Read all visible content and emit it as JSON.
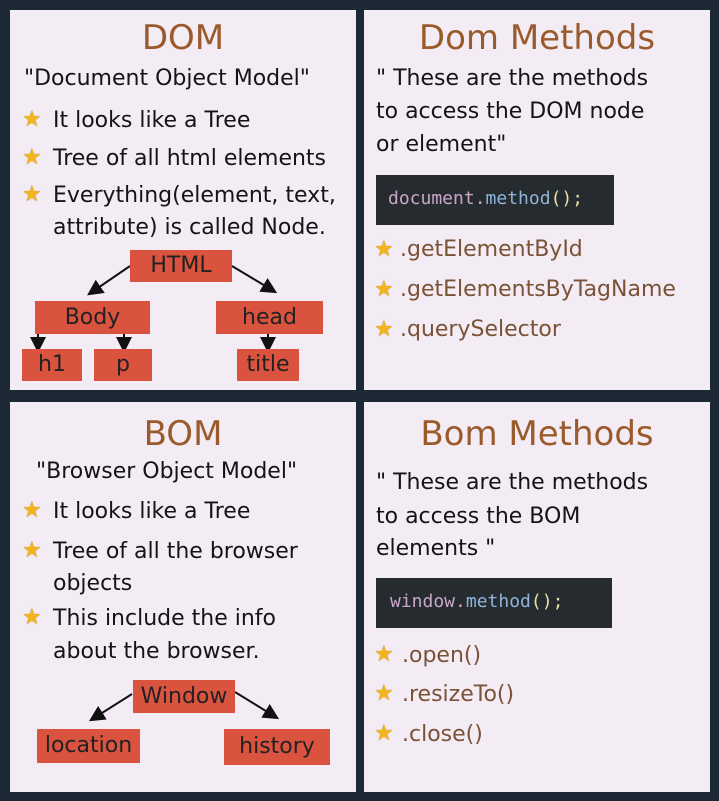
{
  "dom": {
    "title": "DOM",
    "subtitle": "\"Document Object Model\"",
    "bullets": [
      "It looks like a Tree",
      "Tree of all html elements",
      "Everything(element, text,",
      "attribute) is called Node."
    ],
    "tree": {
      "root": "HTML",
      "left": "Body",
      "right": "head",
      "leaf1": "h1",
      "leaf2": "p",
      "leaf3": "title"
    }
  },
  "dom_methods": {
    "title": "Dom Methods",
    "desc": [
      "\" These  are the methods",
      "to access the DOM node",
      "or element\""
    ],
    "code": {
      "obj": "document",
      "dot": ".",
      "method": "method",
      "paren": "();"
    },
    "methods": [
      ".getElementById",
      ".getElementsByTagName",
      ".querySelector"
    ]
  },
  "bom": {
    "title": "BOM",
    "subtitle": "\"Browser Object Model\"",
    "bullets": [
      "It looks like a Tree",
      "Tree of all the browser",
      "objects",
      "This include the info",
      "about the browser."
    ],
    "tree": {
      "root": "Window",
      "left": "location",
      "right": "history"
    }
  },
  "bom_methods": {
    "title": "Bom Methods",
    "desc": [
      "\" These  are the methods",
      "to access the BOM",
      "elements \""
    ],
    "code": {
      "obj": "window",
      "dot": ".",
      "method": "method",
      "paren": "();"
    },
    "methods": [
      ".open()",
      ".resizeTo()",
      ".close()"
    ]
  },
  "colors": {
    "background": "#1d2837",
    "panel": "#f3ecf4",
    "title": "#9b5a2b",
    "node_box": "#d9533f",
    "star": "#f2b51d",
    "code_bg": "#262b30"
  },
  "icons": {
    "bullet": "star-icon"
  }
}
